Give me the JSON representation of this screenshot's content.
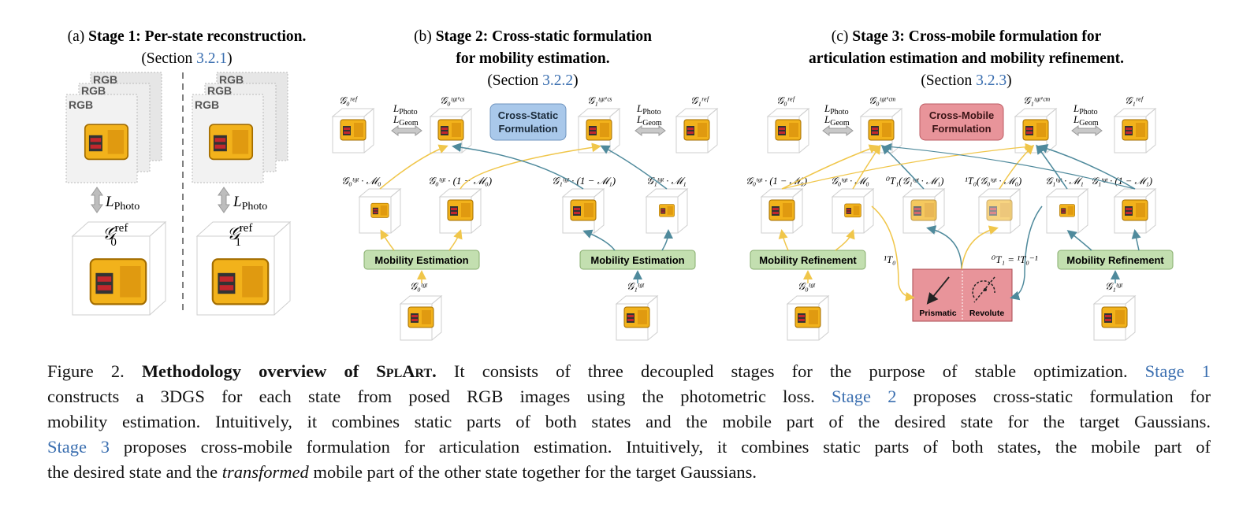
{
  "panels": [
    {
      "prefix": "(a) ",
      "title": "Stage 1: Per-state reconstruction.",
      "title2": "",
      "sec_open": "(Section ",
      "sec_link": "3.2.1",
      "sec_close": ")"
    },
    {
      "prefix": "(b) ",
      "title": "Stage 2: Cross-static formulation",
      "title2": "for mobility estimation.",
      "sec_open": "(Section ",
      "sec_link": "3.2.2",
      "sec_close": ")"
    },
    {
      "prefix": "(c) ",
      "title": "Stage 3: Cross-mobile formulation for",
      "title2": "articulation estimation and mobility refinement.",
      "sec_open": "(Section ",
      "sec_link": "3.2.3",
      "sec_close": ")"
    }
  ],
  "stage1": {
    "rgb": "RGB",
    "loss": "L",
    "loss_sub": "Photo",
    "g0_label": "𝒢",
    "g0_sup": "ref",
    "g0_sub": "0",
    "g1_sup": "ref",
    "g1_sub": "1"
  },
  "stage2": {
    "box": "Cross-Static Formulation",
    "box_l1": "Cross-Static",
    "box_l2": "Formulation",
    "loss1": "L",
    "loss1_sub": "Photo",
    "loss2": "L",
    "loss2_sub": "Geom",
    "g0_ref": "𝒢₀ʳᵉᶠ",
    "g0_tgt_cs": "𝒢₀ᵗᵍᵗ'ᶜˢ",
    "g1_tgt_cs": "𝒢₁ᵗᵍᵗ'ᶜˢ",
    "g1_ref": "𝒢₁ʳᵉᶠ",
    "t1": "𝒢₀ᵗᵍᵗ · ℳ₀",
    "t2": "𝒢₀ᵗᵍᵗ · (1 − ℳ₀)",
    "t3": "𝒢₁ᵗᵍᵗ · (1 − ℳ₁)",
    "t4": "𝒢₁ᵗᵍᵗ · ℳ₁",
    "mob1": "Mobility Estimation",
    "mob2": "Mobility Estimation",
    "b0": "𝒢₀ᵗᵍᵗ",
    "b1": "𝒢₁ᵗᵍᵗ"
  },
  "stage3": {
    "box_l1": "Cross-Mobile",
    "box_l2": "Formulation",
    "g0_ref": "𝒢₀ʳᵉᶠ",
    "g0_tgt_cm": "𝒢₀ᵗᵍᵗ'ᶜᵐ",
    "g1_tgt_cm": "𝒢₁ᵗᵍᵗ'ᶜᵐ",
    "g1_ref": "𝒢₁ʳᵉᶠ",
    "t1": "𝒢₀ᵗᵍᵗ · (1 − ℳ₀)",
    "t2": "𝒢₀ᵗᵍᵗ · ℳ₀",
    "t3": "⁰T₁(𝒢₁ᵗᵍᵗ · ℳ₁)",
    "t4": "¹T₀(𝒢₀ᵗᵍᵗ · ℳ₀)",
    "t5": "𝒢₁ᵗᵍᵗ · ℳ₁",
    "t6": "𝒢₁ᵗᵍᵗ · (1 − ℳ₁)",
    "mob1": "Mobility Refinement",
    "mob2": "Mobility Refinement",
    "tf1": "¹T₀",
    "tf2": "⁰T₁ = ¹T₀⁻¹",
    "prismatic": "Prismatic",
    "revolute": "Revolute",
    "b0": "𝒢₀ᵗᵍᵗ",
    "b1": "𝒢₁ᵗᵍᵗ"
  },
  "caption": {
    "fig": "Figure 2.",
    "bold1": "Methodology overview of S",
    "bold_sc": "pl",
    "bold2": "A",
    "bold_sc2": "rt",
    "bold3": ".",
    "l1_rest": " It consists of three decoupled stages for the purpose of stable optimization.",
    "stage1_link": "Stage 1",
    "l2": "constructs a 3DGS for each state from posed RGB images using the photometric loss.",
    "stage2_link": "Stage 2",
    "l2_rest": "proposes cross-static formulation for",
    "l3": "mobility estimation. Intuitively, it combines static parts of both states and the mobile part of the desired state for the target Gaussians.",
    "stage3_link": "Stage 3",
    "l4_rest": " proposes cross-mobile formulation for articulation estimation. Intuitively, it combines static parts of both states, the mobile part of",
    "l5_a": "the desired state and the ",
    "l5_em": "transformed",
    "l5_b": " mobile part of the other state together for the target Gaussians."
  },
  "colors": {
    "blue_box": "#a9c8ea",
    "red_box": "#e8949a",
    "green_box": "#c3dfb0",
    "yellow_arrow": "#f0c64a",
    "teal_arrow": "#4f8a9c",
    "link": "#3b6fb0",
    "object": "#f2b21b"
  }
}
